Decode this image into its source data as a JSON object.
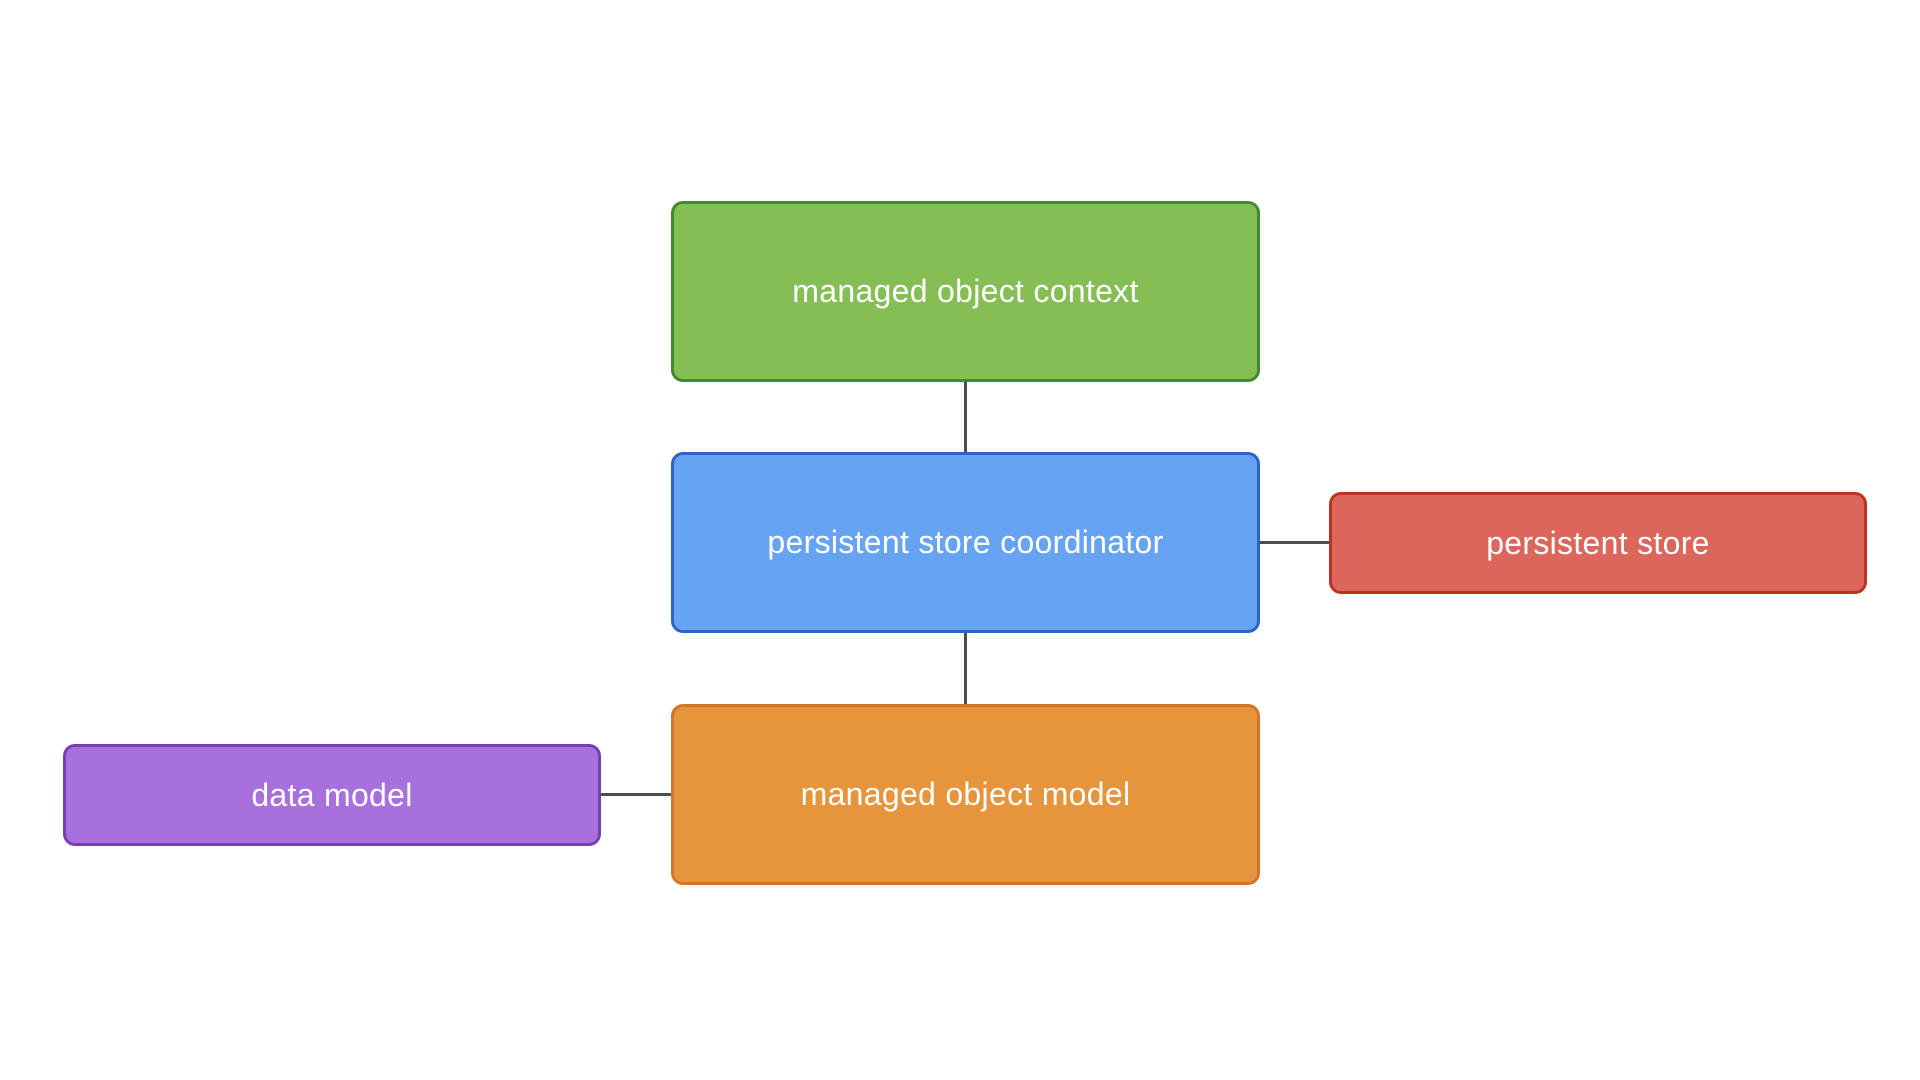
{
  "nodes": {
    "context": {
      "label": "managed object context",
      "fill": "#85BE55",
      "border": "#3F8B2E"
    },
    "coordinator": {
      "label": "persistent store coordinator",
      "fill": "#66A4F3",
      "border": "#2E63C4"
    },
    "model": {
      "label": "managed object model",
      "fill": "#E6953C",
      "border": "#D2762C"
    },
    "store": {
      "label": "persistent store",
      "fill": "#DC665B",
      "border": "#BE3226"
    },
    "datamodel": {
      "label": "data model",
      "fill": "#A770DD",
      "border": "#7A3FAE"
    }
  },
  "edges": [
    {
      "from": "context",
      "to": "coordinator"
    },
    {
      "from": "coordinator",
      "to": "model"
    },
    {
      "from": "coordinator",
      "to": "store"
    },
    {
      "from": "datamodel",
      "to": "model"
    }
  ],
  "connector_color": "#4D4D4D"
}
